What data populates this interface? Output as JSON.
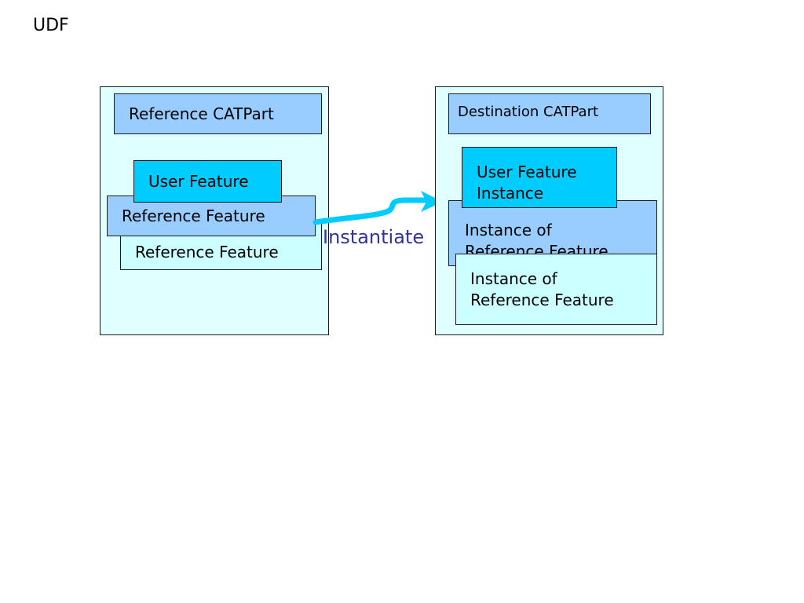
{
  "title": "UDF",
  "reference_part": {
    "header": "Reference CATPart",
    "user_feature": "User Feature",
    "reference_feature_front": "Reference Feature",
    "reference_feature_back": "Reference Feature"
  },
  "arrow_label": "Instantiate",
  "destination_part": {
    "header": "Destination CATPart",
    "user_feature_instance": "User Feature Instance",
    "instance_back": "Instance of Reference Feature",
    "instance_front": "Instance of Reference Feature"
  },
  "colors": {
    "part_background": "#e0ffff",
    "blue_box": "#99ccff",
    "cyan_box": "#00ccff",
    "pale_box": "#ccffff",
    "arrow": "#00ccff",
    "label": "#333399"
  }
}
